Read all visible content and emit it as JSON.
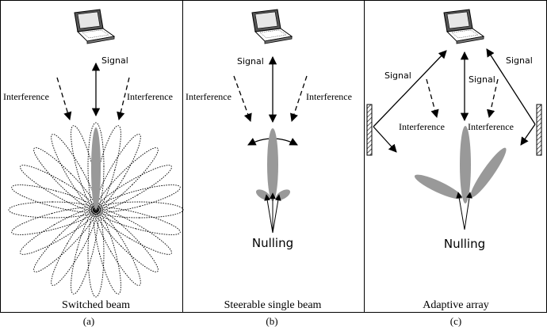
{
  "panels": [
    {
      "id": "a",
      "title": "Switched beam",
      "caption": "(a)",
      "signal": "Signal",
      "interference_left": "Interference",
      "interference_right": "Interference"
    },
    {
      "id": "b",
      "title": "Steerable single beam",
      "caption": "(b)",
      "signal": "Signal",
      "interference_left": "Interference",
      "interference_right": "Interference",
      "nulling": "Nulling"
    },
    {
      "id": "c",
      "title": "Adaptive array",
      "caption": "(c)",
      "signal_left": "Signal",
      "signal_center": "Signal",
      "signal_right": "Signal",
      "interference_left": "Interference",
      "interference_right": "Interference",
      "nulling": "Nulling"
    }
  ],
  "colors": {
    "line": "#000000",
    "beam": "#999999",
    "laptop_body": "#555555",
    "laptop_screen": "#e6e6e6"
  },
  "icons": [
    "laptop-icon",
    "reflector-icon"
  ]
}
